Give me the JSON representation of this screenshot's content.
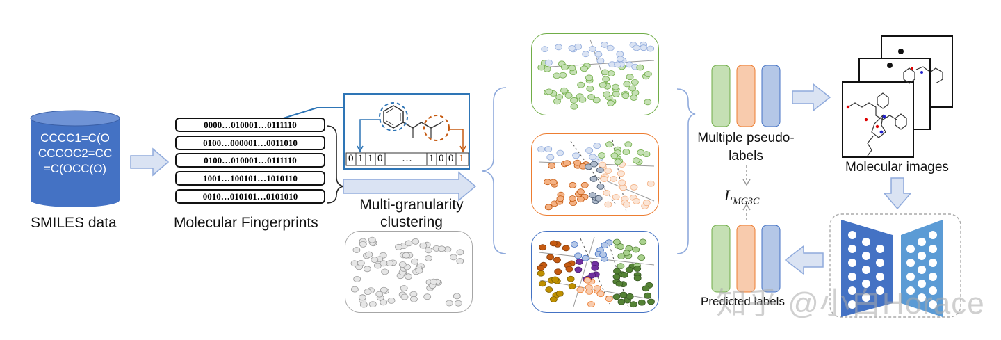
{
  "smiles": {
    "cylinder_lines": [
      "CCCC1=C(O",
      "CCCOC2=CC",
      "=C(OCC(O)"
    ],
    "label": "SMILES data"
  },
  "fingerprints": {
    "rows": [
      "0000…010001…0111110",
      "0100…000001…0011010",
      "0100…010001…0111110",
      "1001…100101…1010110",
      "0010…010101…0101010"
    ],
    "label": "Molecular Fingerprints"
  },
  "zoom_bits": [
    "0",
    "1",
    "1",
    "0",
    "…",
    "1",
    "0",
    "0",
    "1"
  ],
  "clustering_label": [
    "Multi-granularity",
    "clustering"
  ],
  "pseudo_labels_label": [
    "Multiple pseudo-",
    "labels"
  ],
  "loss_label": "L",
  "loss_subscript": "MG3C",
  "molecular_images_label": "Molecular images",
  "predicted_labels_label": "Predicted labels",
  "watermark": "知乎 @小白Horace",
  "colors": {
    "green_bar": "#c5e0b4",
    "orange_bar": "#f8cbad",
    "blue_bar": "#b4c7e7",
    "panel_green": "#70ad47",
    "panel_orange": "#ed7d31",
    "panel_blue": "#4472c4",
    "panel_gray": "#a6a6a6",
    "arrow_fill": "#dae3f3",
    "arrow_stroke": "#8faadc"
  }
}
